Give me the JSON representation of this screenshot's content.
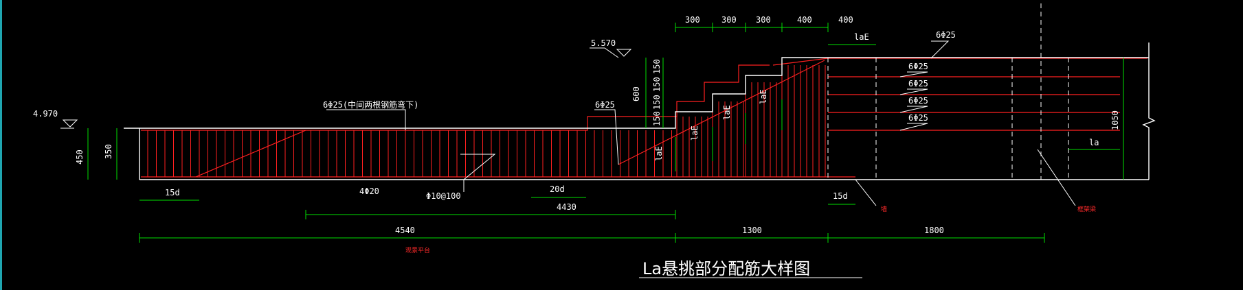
{
  "colors": {
    "background": "#000000",
    "outline": "#ffffff",
    "rebar": "#ff2020",
    "dimension": "#00e000",
    "left_edge": "#1fa6b0"
  },
  "title": "La悬挑部分配筋大样图",
  "elevations": {
    "left": "4.970",
    "top": "5.570"
  },
  "dims_bottom": {
    "d1": "15d",
    "d2": "20d",
    "d3": "4430",
    "d4": "15d",
    "total_left": "4540",
    "total_mid": "1300",
    "total_right": "1800"
  },
  "dims_top": {
    "t1": "300",
    "t2": "300",
    "t3": "300",
    "t4": "400",
    "t5": "400",
    "lae_top": "laE"
  },
  "dims_vert": {
    "left_450": "450",
    "left_350": "350",
    "h600": "600",
    "h150a": "150",
    "h150b": "150",
    "h150c": "150",
    "h150d": "150",
    "right_1050": "1050"
  },
  "rebar_labels": {
    "top_bar_left": "6Φ25(中间两根钢筋弯下)",
    "mid_bar": "6Φ25",
    "bottom_bar": "4Φ20",
    "stirrup": "Φ10@100",
    "top_right": "6Φ25",
    "r1": "6Φ25",
    "r2": "6Φ25",
    "r3": "6Φ25",
    "r4": "6Φ25",
    "lae1": "laE",
    "lae2": "laE",
    "lae3": "laE",
    "lae4": "laE",
    "la": "la"
  },
  "annotations": {
    "wall": "墙",
    "frame_beam": "框架梁",
    "platform": "观景平台"
  }
}
